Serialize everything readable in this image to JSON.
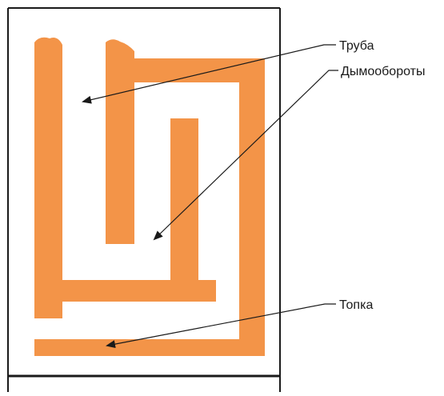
{
  "labels": {
    "pipe": "Труба",
    "smoke_turns": "Дымообороты",
    "firebox": "Топка"
  },
  "colors": {
    "channel_fill": "#F39448",
    "frame_stroke": "#1a1a1a",
    "arrow_stroke": "#1a1a1a",
    "background": "#ffffff"
  }
}
